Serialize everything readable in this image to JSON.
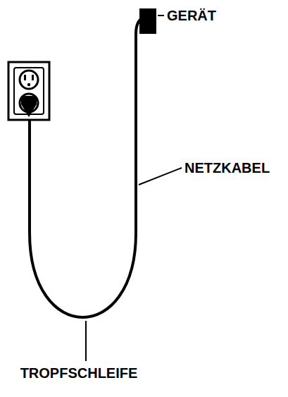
{
  "diagram": {
    "labels": [
      "GERÄT",
      "NETZKABEL",
      "TROPFSCHLEIFE"
    ]
  }
}
